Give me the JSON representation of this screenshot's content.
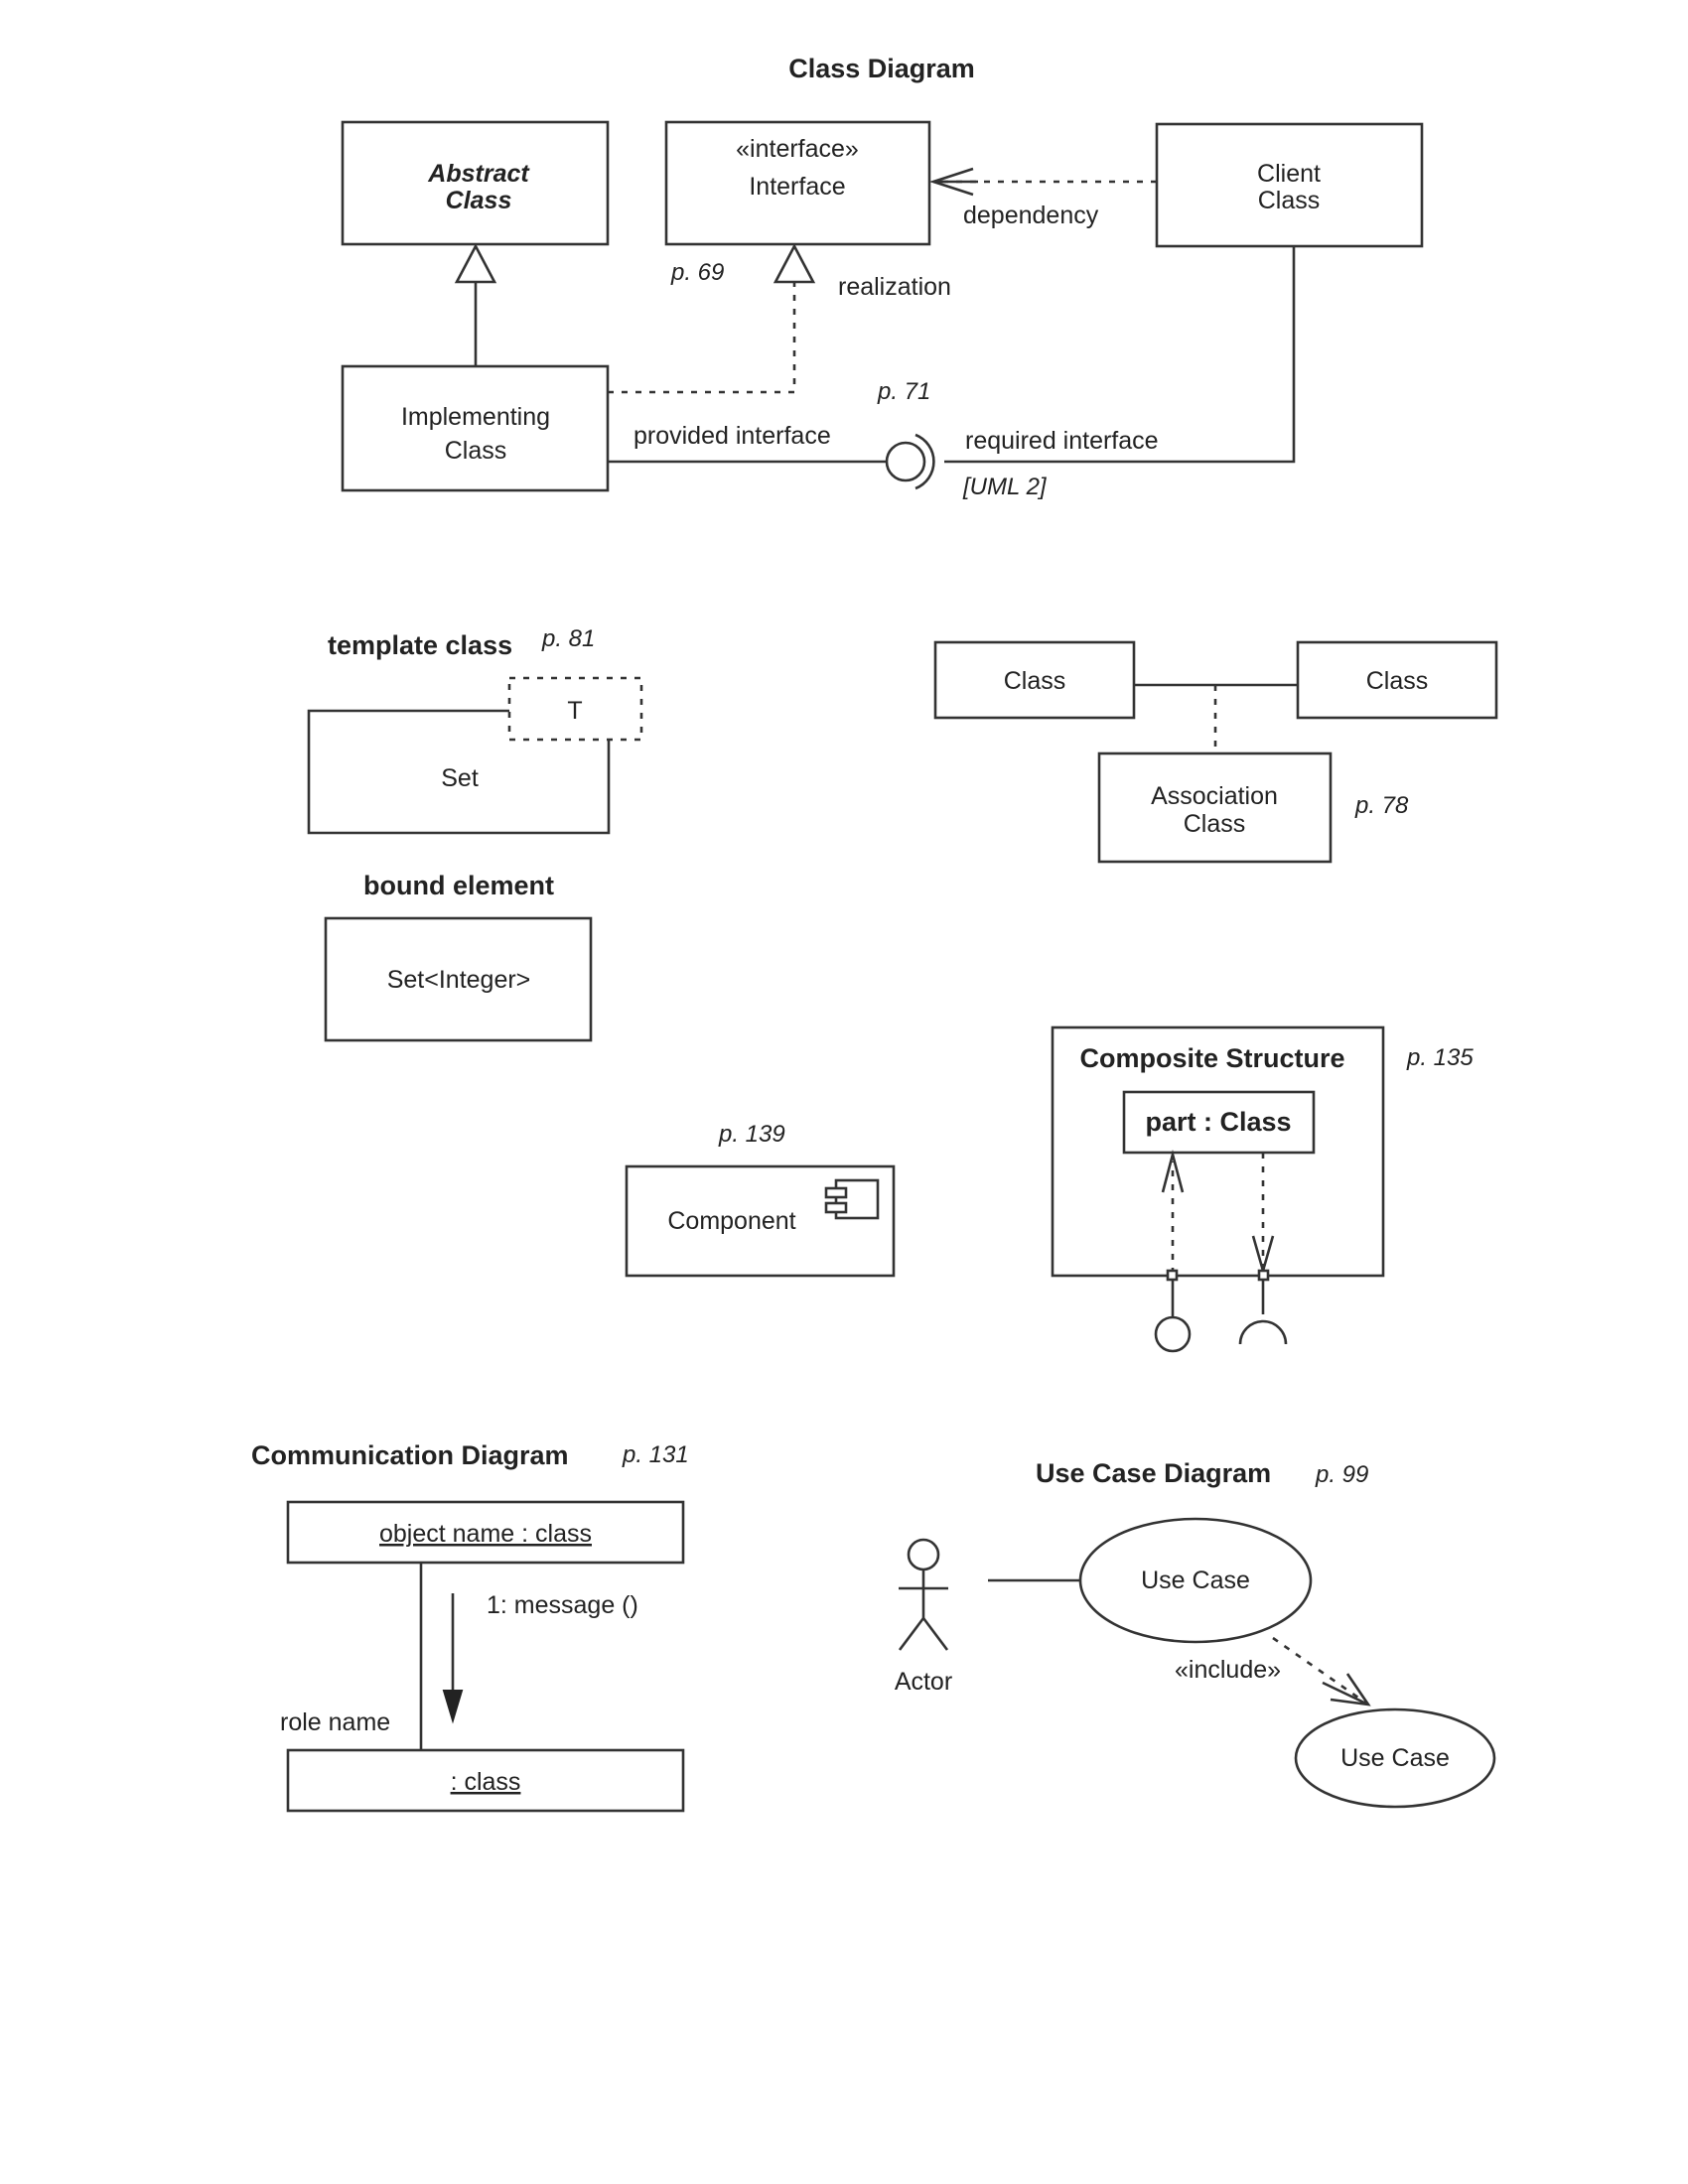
{
  "class_diagram": {
    "title": "Class Diagram",
    "abstract_class": [
      "Abstract",
      "Class"
    ],
    "interface_stereotype": "«interface»",
    "interface_name": "Interface",
    "client_class": [
      "Client",
      "Class"
    ],
    "implementing_class": [
      "Implementing",
      "Class"
    ],
    "dependency_label": "dependency",
    "realization_label": "realization",
    "page_interface": "p. 69",
    "page_required": "p. 71",
    "provided_interface_label": "provided interface",
    "required_interface_label": "required interface",
    "uml2_note": "[UML 2]"
  },
  "template_section": {
    "template_label": "template class",
    "page_template": "p. 81",
    "param": "T",
    "set_name": "Set",
    "bound_label": "bound element",
    "bound_name": "Set<Integer>"
  },
  "association_section": {
    "class_left": "Class",
    "class_right": "Class",
    "assoc_class": [
      "Association",
      "Class"
    ],
    "page": "p. 78"
  },
  "component_section": {
    "page": "p. 139",
    "name": "Component"
  },
  "composite_section": {
    "title": "Composite Structure",
    "page": "p. 135",
    "part": "part : Class"
  },
  "communication_section": {
    "title": "Communication Diagram",
    "page": "p. 131",
    "object_label": "object name : class",
    "message": "1: message ()",
    "role_name": "role name",
    "class_label": ": class"
  },
  "usecase_section": {
    "title": "Use Case Diagram",
    "page": "p. 99",
    "actor": "Actor",
    "use_case_1": "Use Case",
    "include_label": "«include»",
    "use_case_2": "Use Case"
  }
}
